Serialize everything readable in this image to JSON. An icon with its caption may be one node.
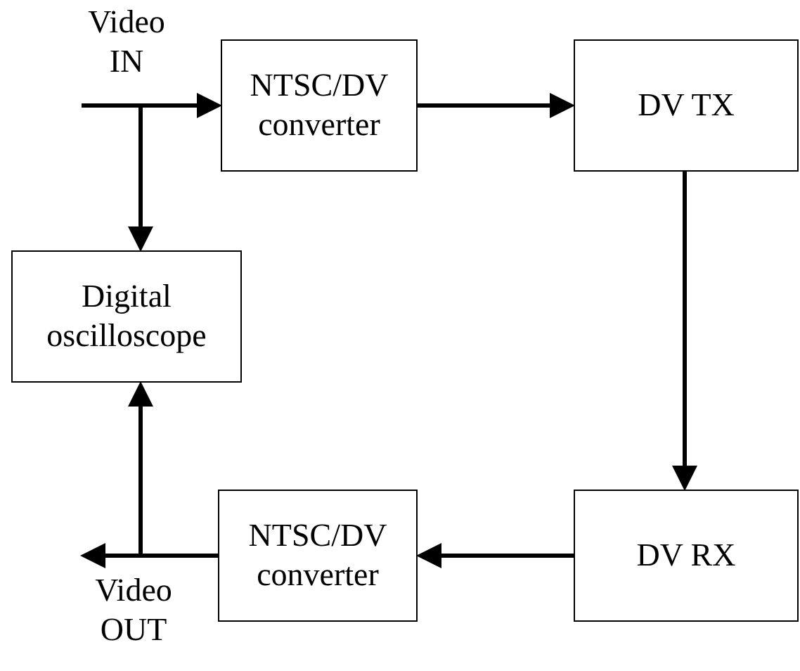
{
  "diagram": {
    "nodes": [
      {
        "text": [
          "Video IN"
        ]
      },
      {
        "text": [
          "NTSC/DV converter"
        ]
      },
      {
        "text": [
          "DV TX"
        ]
      },
      {
        "text": [
          "Digital oscilloscope"
        ]
      },
      {
        "text": [
          "NTSC/DV converter"
        ]
      },
      {
        "text": [
          "DV RX"
        ]
      },
      {
        "text": [
          "Video OUT"
        ]
      }
    ],
    "edges": [
      {
        "from": 0,
        "to": 1,
        "arrow": "to"
      },
      {
        "from": 0,
        "to": 3,
        "arrow": "to"
      },
      {
        "from": 1,
        "to": 2,
        "arrow": "to"
      },
      {
        "from": 2,
        "to": 5,
        "arrow": "to"
      },
      {
        "from": 5,
        "to": 4,
        "arrow": "to"
      },
      {
        "from": 4,
        "to": 6,
        "arrow": "to"
      },
      {
        "from": 4,
        "to": 3,
        "arrow": "to"
      }
    ]
  }
}
